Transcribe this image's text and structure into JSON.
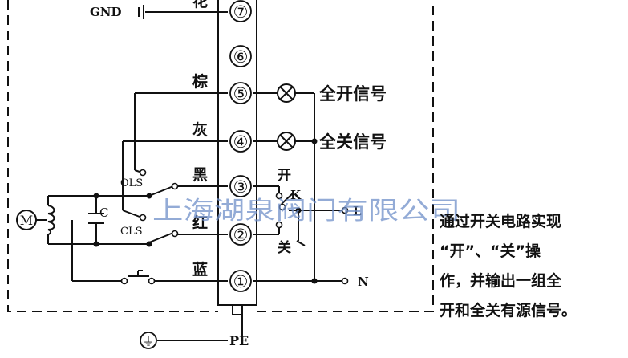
{
  "terminals": [
    {
      "num": "⑦",
      "wire_label": "花"
    },
    {
      "num": "⑥",
      "wire_label": ""
    },
    {
      "num": "⑤",
      "wire_label": "棕"
    },
    {
      "num": "④",
      "wire_label": "灰"
    },
    {
      "num": "③",
      "wire_label": "黑"
    },
    {
      "num": "②",
      "wire_label": "红"
    },
    {
      "num": "①",
      "wire_label": "蓝"
    }
  ],
  "labels": {
    "gnd": "GND",
    "full_open_signal": "全开信号",
    "full_close_signal": "全关信号",
    "ols": "OLS",
    "cls": "CLS",
    "capacitor": "C",
    "motor": "M",
    "switch_open": "开",
    "switch_k": "K",
    "switch_close": "关",
    "line_l": "L",
    "neutral_n": "N",
    "pe": "PE",
    "ground_symbol": "⏚"
  },
  "watermark": "上海湖泉阀门有限公司",
  "caption": {
    "lines": [
      "通过开关电路实现",
      "“开”、“关”操",
      "作，并输出一组全",
      "开和全关有源信号。"
    ]
  },
  "colors": {
    "line": "#111111",
    "watermark": "#6f8fc9"
  }
}
